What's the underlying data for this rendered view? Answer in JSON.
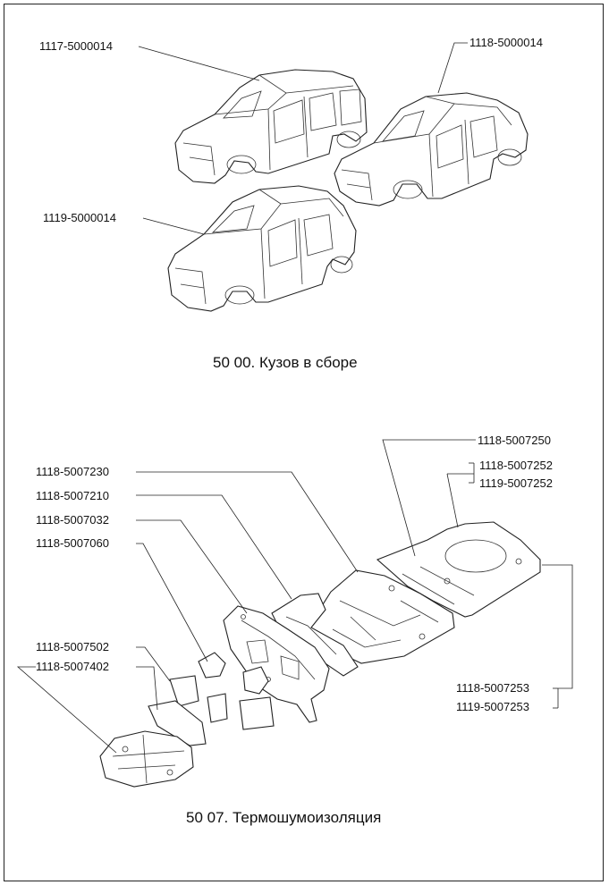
{
  "sections": [
    {
      "caption": "50 00. Кузов в сборе",
      "callouts": [
        "1117-5000014",
        "1118-5000014",
        "1119-5000014"
      ]
    },
    {
      "caption": "50 07. Термошумоизоляция",
      "callouts": [
        "1118-5007250",
        "1118-5007252",
        "1119-5007252",
        "1118-5007230",
        "1118-5007210",
        "1118-5007032",
        "1118-5007060",
        "1118-5007502",
        "1118-5007402",
        "1118-5007253",
        "1119-5007253"
      ]
    }
  ]
}
